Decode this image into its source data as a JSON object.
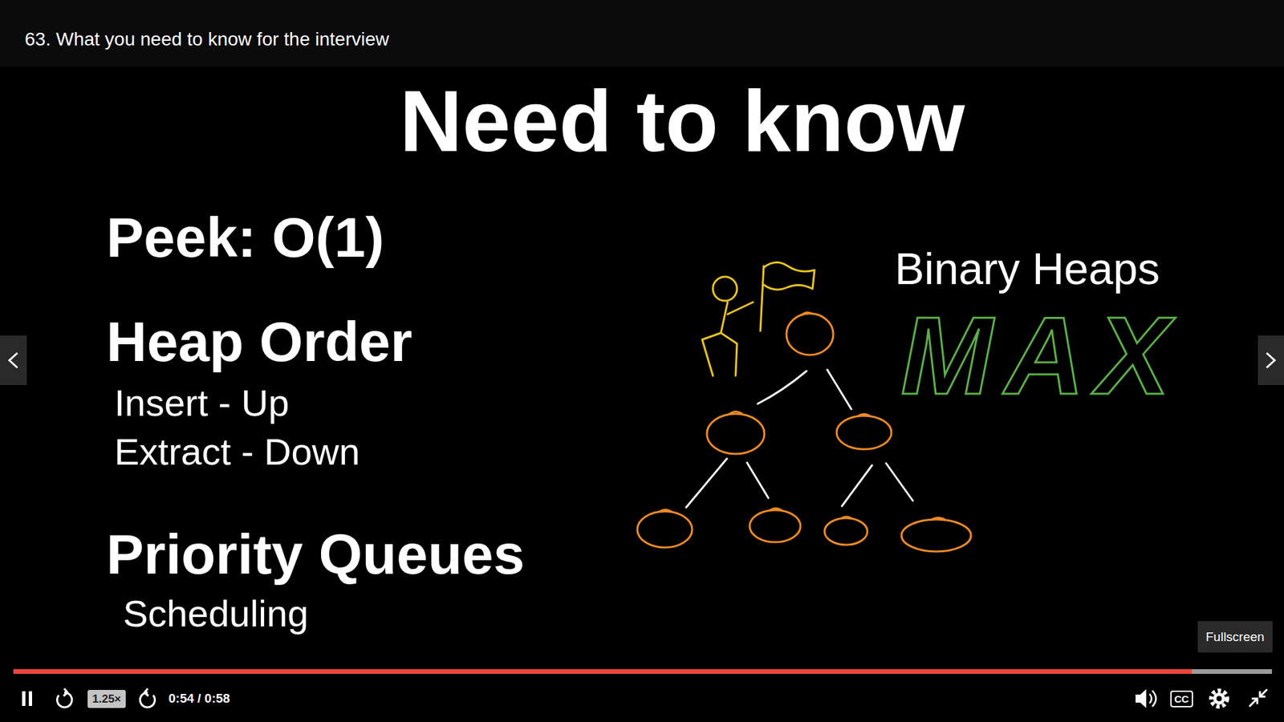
{
  "diagram": {
    "title": "Need to know",
    "nodes": [
      {
        "text": [
          "1.25×"
        ]
      },
      {
        "text": [
          "CC"
        ]
      },
      {
        "text": [
          "Fullscreen"
        ]
      }
    ],
    "labels": [
      "63. What you need to know for the interview",
      "Peek: O(1)",
      "Heap Order",
      "Insert - Up",
      "Extract - Down",
      "Priority Queues",
      "Scheduling",
      "Binary Heaps",
      "MAX",
      "0:54 / 0:58"
    ]
  }
}
